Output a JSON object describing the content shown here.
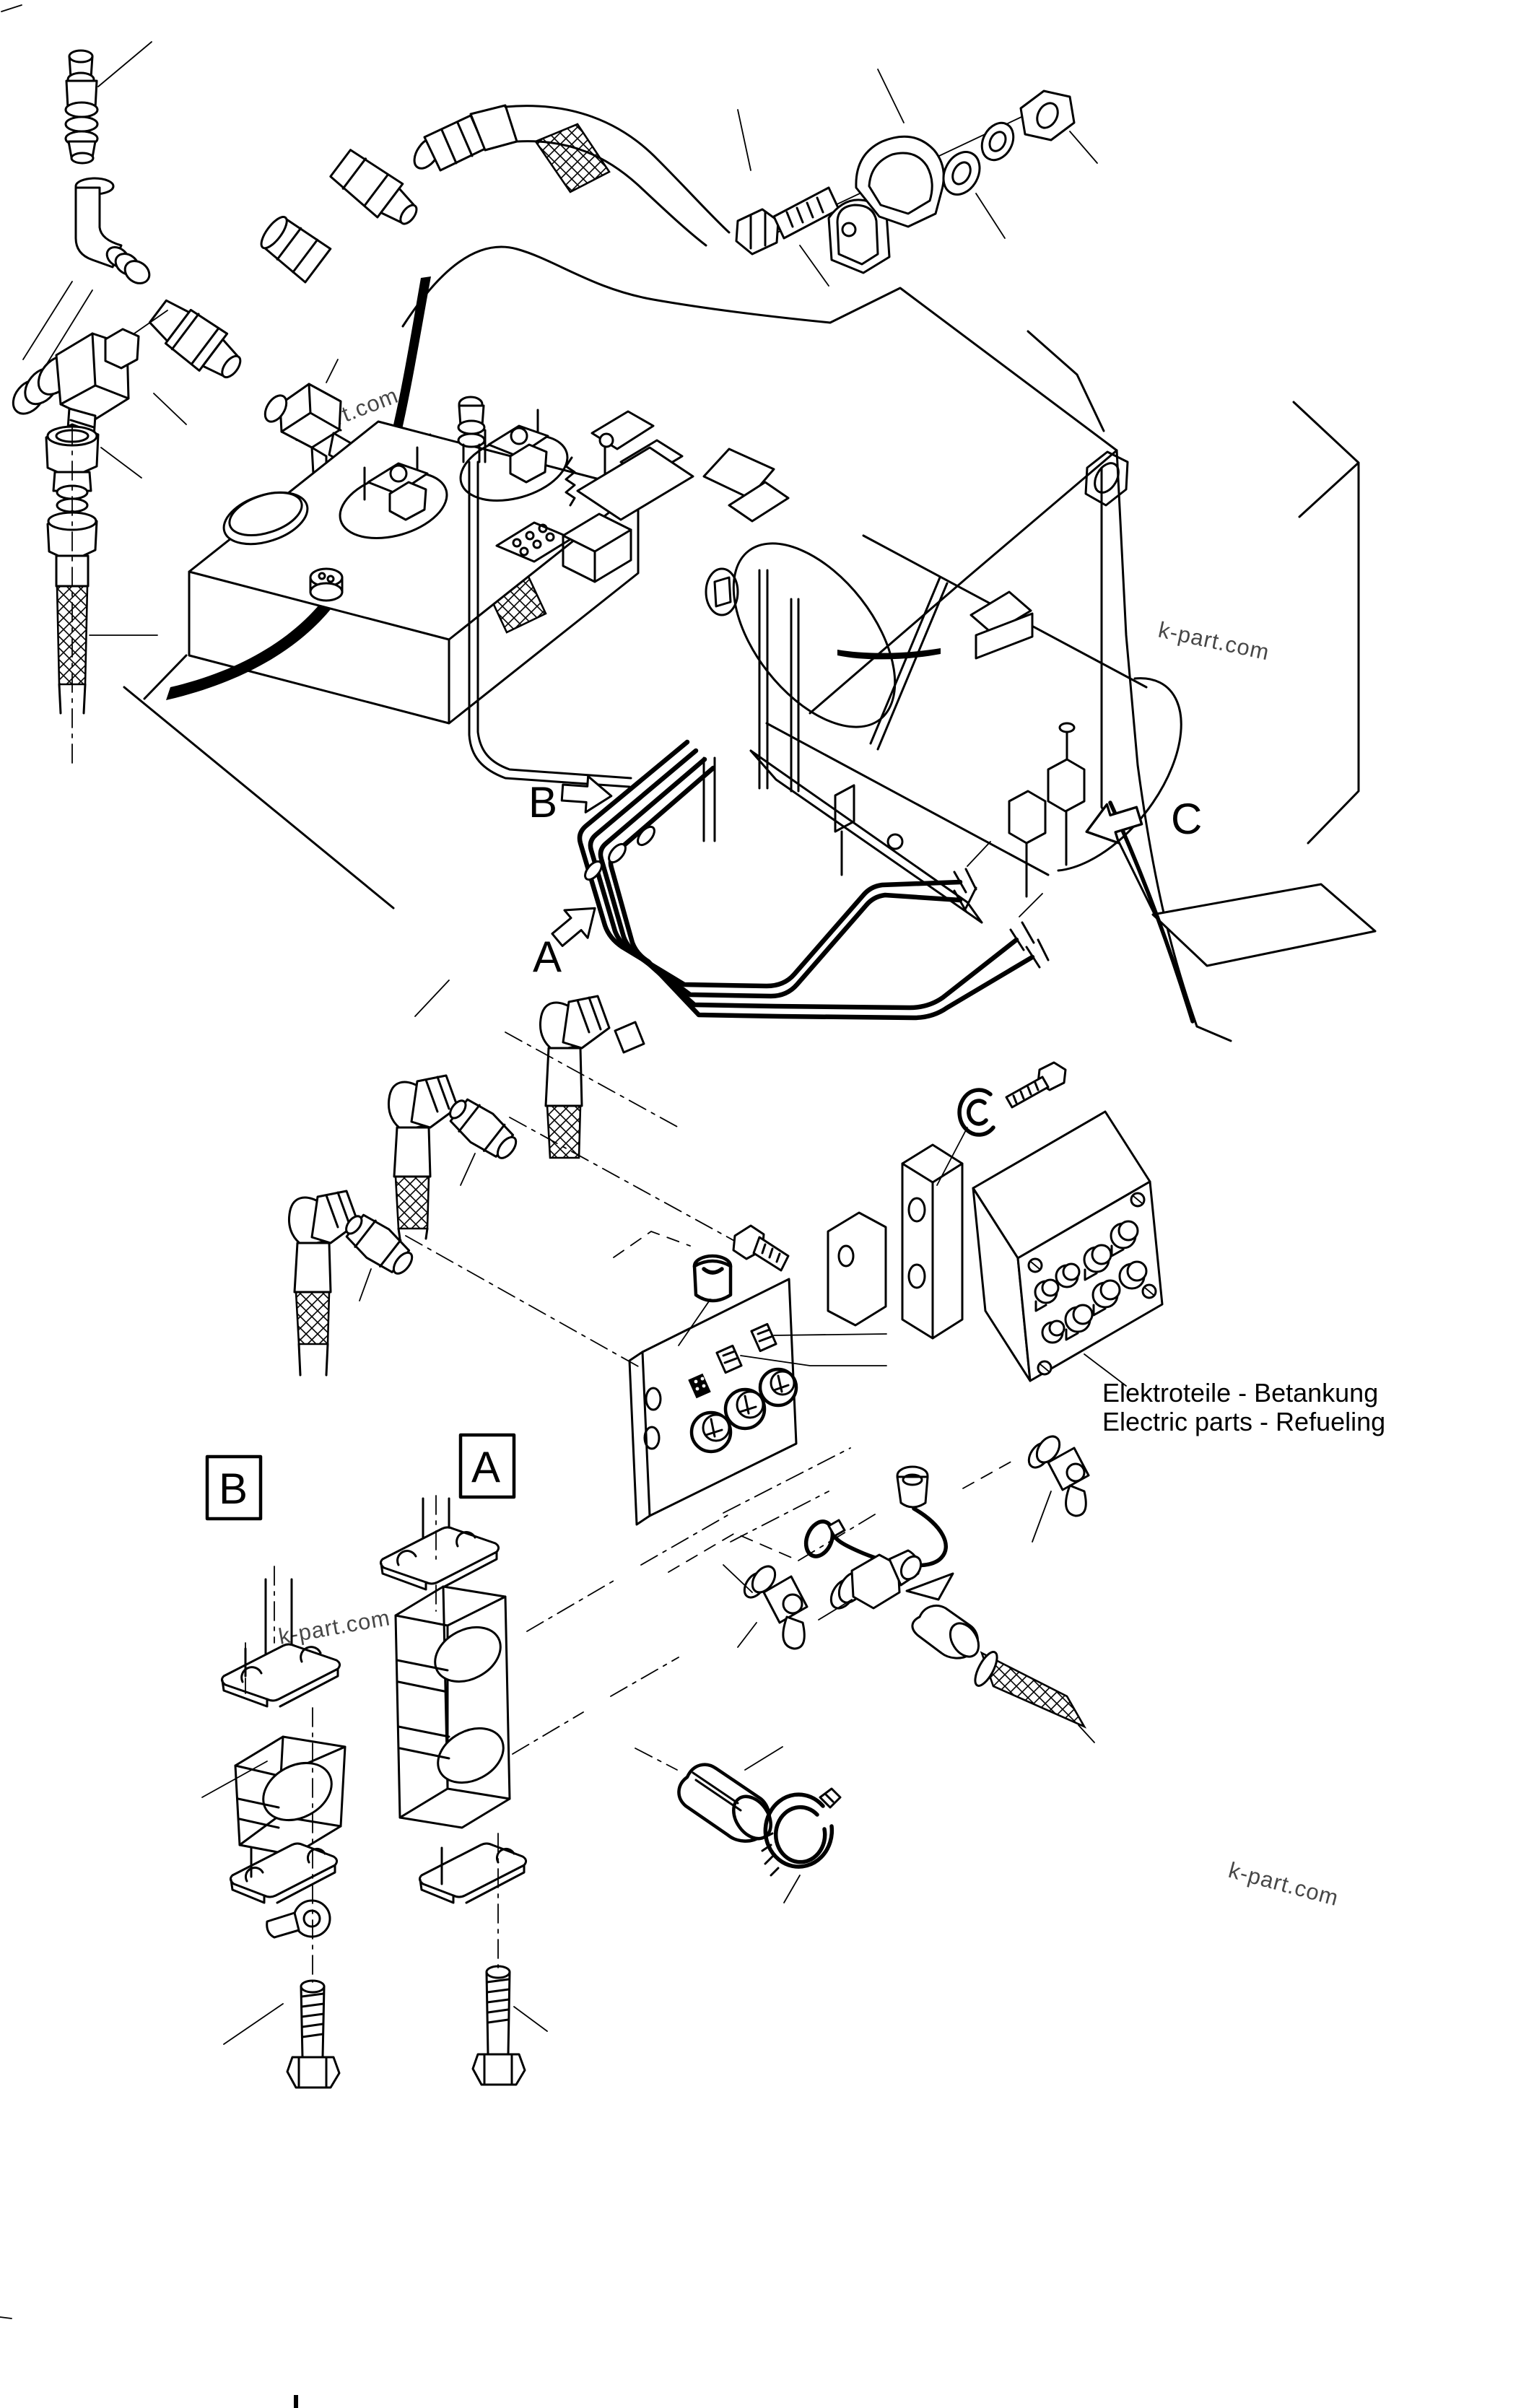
{
  "canvas": {
    "background": "#ffffff",
    "ink": "#000000"
  },
  "flow_labels": {
    "a": "A",
    "b": "B",
    "c": "C"
  },
  "detail_labels": {
    "a": "A",
    "b": "B"
  },
  "annotation": {
    "german": "Elektroteile - Betankung",
    "english": "Electric parts - Refueling"
  },
  "watermark": {
    "text": "k-part.com",
    "color": "#9b9b9b"
  },
  "icons": {
    "flow_arrow": "block-arrow",
    "detail_frame": "label-box"
  }
}
